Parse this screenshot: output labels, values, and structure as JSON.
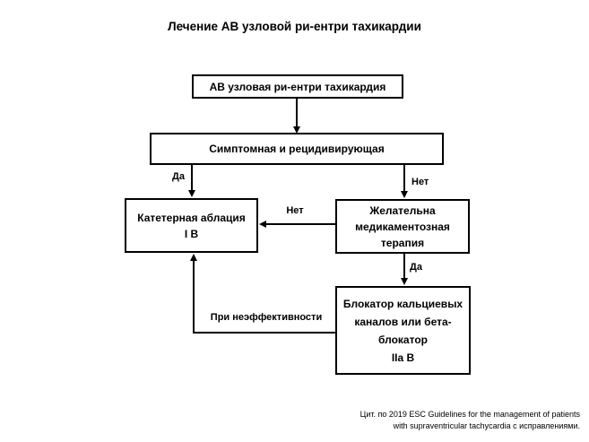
{
  "title": "Лечение АВ узловой ри-ентри тахикардии",
  "nodes": {
    "start": {
      "label": "АВ узловая ри-ентри тахикардия"
    },
    "symptomatic": {
      "label": "Симптомная и рецидивирующая"
    },
    "ablation": {
      "lines": [
        "Катетерная аблация",
        "I В"
      ]
    },
    "drug": {
      "lines": [
        "Желательна",
        "медикаментозная",
        "терапия"
      ]
    },
    "blocker": {
      "lines": [
        "Блокатор кальциевых",
        "каналов или бета-",
        "блокатор",
        "IIa B"
      ]
    }
  },
  "edges": {
    "symptomatic_yes": "Да",
    "symptomatic_no": "Нет",
    "drug_no": "Нет",
    "drug_yes": "Да",
    "ineffective": "При неэффективности"
  },
  "citation": {
    "line1": "Цит. по 2019 ESC Guidelines for the management of patients",
    "line2": "with supraventricular tachycardia с исправлениями."
  },
  "colors": {
    "text": "#000000",
    "border": "#000000",
    "background": "#ffffff"
  }
}
